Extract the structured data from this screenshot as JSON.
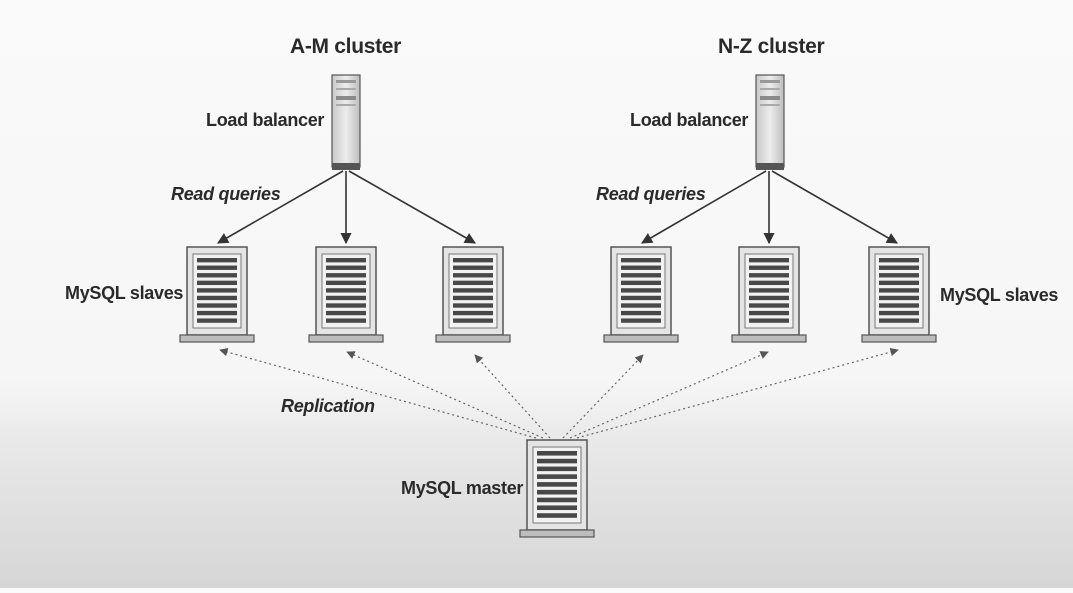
{
  "diagram": {
    "clusters": [
      {
        "title": "A-M cluster",
        "load_balancer_label": "Load balancer",
        "read_label": "Read queries",
        "slaves_label": "MySQL slaves"
      },
      {
        "title": "N-Z cluster",
        "load_balancer_label": "Load balancer",
        "read_label": "Read queries",
        "slaves_label": "MySQL slaves"
      }
    ],
    "replication_label": "Replication",
    "master_label": "MySQL master"
  }
}
